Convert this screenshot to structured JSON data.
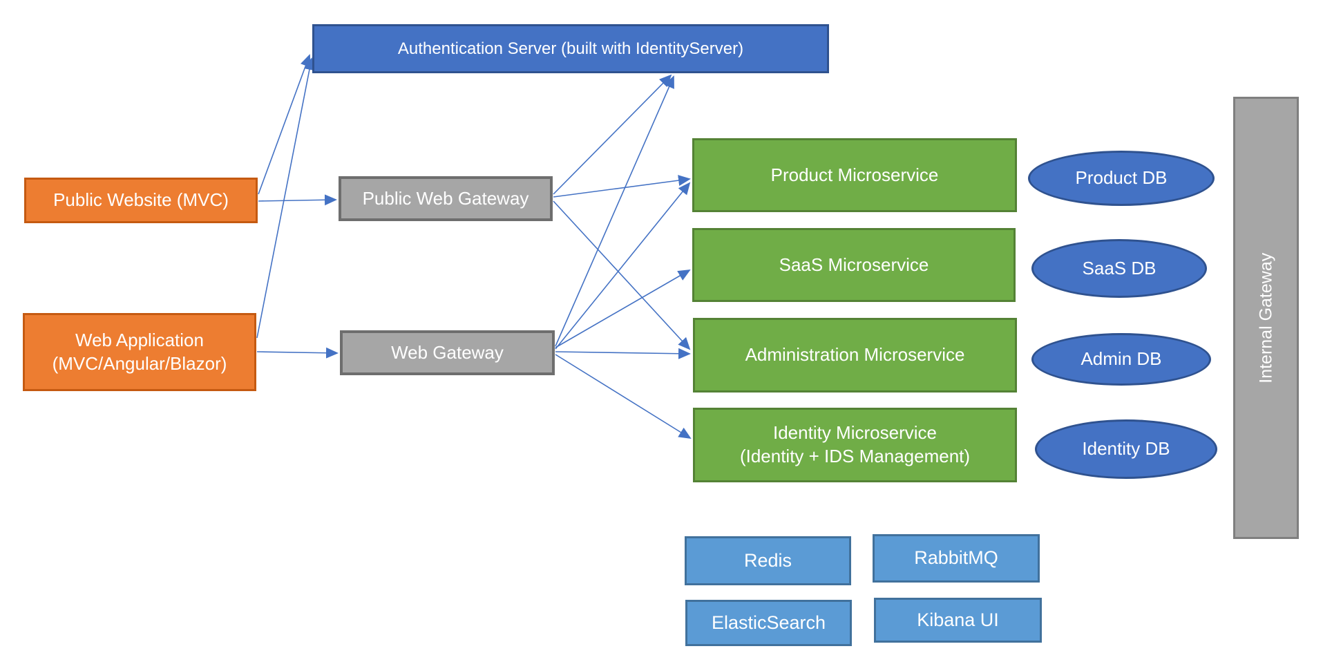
{
  "palette": {
    "blue_fill": "#4472C4",
    "blue_border": "#2F528F",
    "orange_fill": "#ED7D31",
    "orange_border": "#C55A11",
    "gray_fill": "#A6A6A6",
    "gray_border": "#6E6E6E",
    "green_fill": "#70AD47",
    "green_border": "#548235",
    "light_blue_fill": "#5B9BD5",
    "light_blue_border": "#41719C",
    "arrow_color": "#4472C4",
    "text_color": "#FFFFFF",
    "background": "#FFFFFF"
  },
  "nodes": {
    "auth_server": "Authentication Server (built with IdentityServer)",
    "public_website": "Public Website (MVC)",
    "web_application_line1": "Web Application",
    "web_application_line2": "(MVC/Angular/Blazor)",
    "public_web_gateway": "Public Web Gateway",
    "web_gateway": "Web Gateway",
    "product_microservice": "Product Microservice",
    "saas_microservice": "SaaS Microservice",
    "administration_microservice": "Administration Microservice",
    "identity_microservice_line1": "Identity Microservice",
    "identity_microservice_line2": "(Identity + IDS Management)",
    "product_db": "Product DB",
    "saas_db": "SaaS DB",
    "admin_db": "Admin DB",
    "identity_db": "Identity DB",
    "internal_gateway": "Internal Gateway",
    "redis": "Redis",
    "rabbitmq": "RabbitMQ",
    "elasticsearch": "ElasticSearch",
    "kibana_ui": "Kibana UI"
  },
  "edges": [
    {
      "from": "public_website",
      "to": "auth_server"
    },
    {
      "from": "public_website",
      "to": "public_web_gateway"
    },
    {
      "from": "web_application",
      "to": "auth_server"
    },
    {
      "from": "web_application",
      "to": "web_gateway"
    },
    {
      "from": "public_web_gateway",
      "to": "auth_server"
    },
    {
      "from": "public_web_gateway",
      "to": "product_microservice"
    },
    {
      "from": "public_web_gateway",
      "to": "administration_microservice"
    },
    {
      "from": "web_gateway",
      "to": "auth_server"
    },
    {
      "from": "web_gateway",
      "to": "product_microservice"
    },
    {
      "from": "web_gateway",
      "to": "saas_microservice"
    },
    {
      "from": "web_gateway",
      "to": "administration_microservice"
    },
    {
      "from": "web_gateway",
      "to": "identity_microservice"
    }
  ]
}
